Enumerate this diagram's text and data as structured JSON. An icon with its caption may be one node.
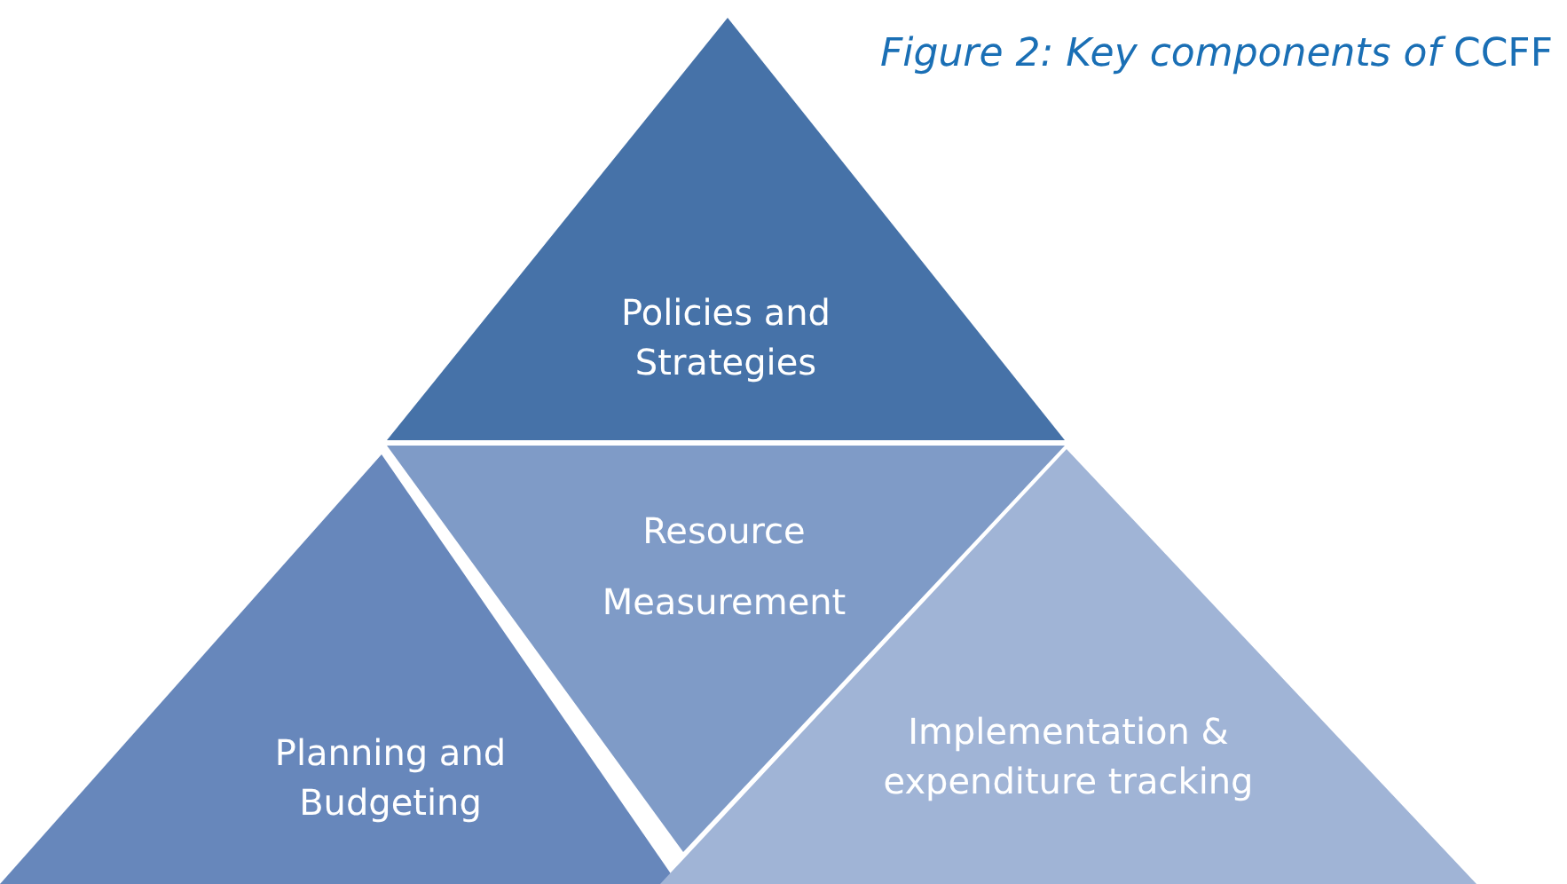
{
  "diagram": {
    "title": "*Figure 2: Key components of* CCFF",
    "nodes": [
      {
        "text": [
          "Policies and Strategies"
        ]
      },
      {
        "text": [
          "Resource Measurement"
        ]
      },
      {
        "text": [
          "Planning and Budgeting"
        ]
      },
      {
        "text": [
          "Implementation & expenditure tracking"
        ]
      }
    ]
  }
}
